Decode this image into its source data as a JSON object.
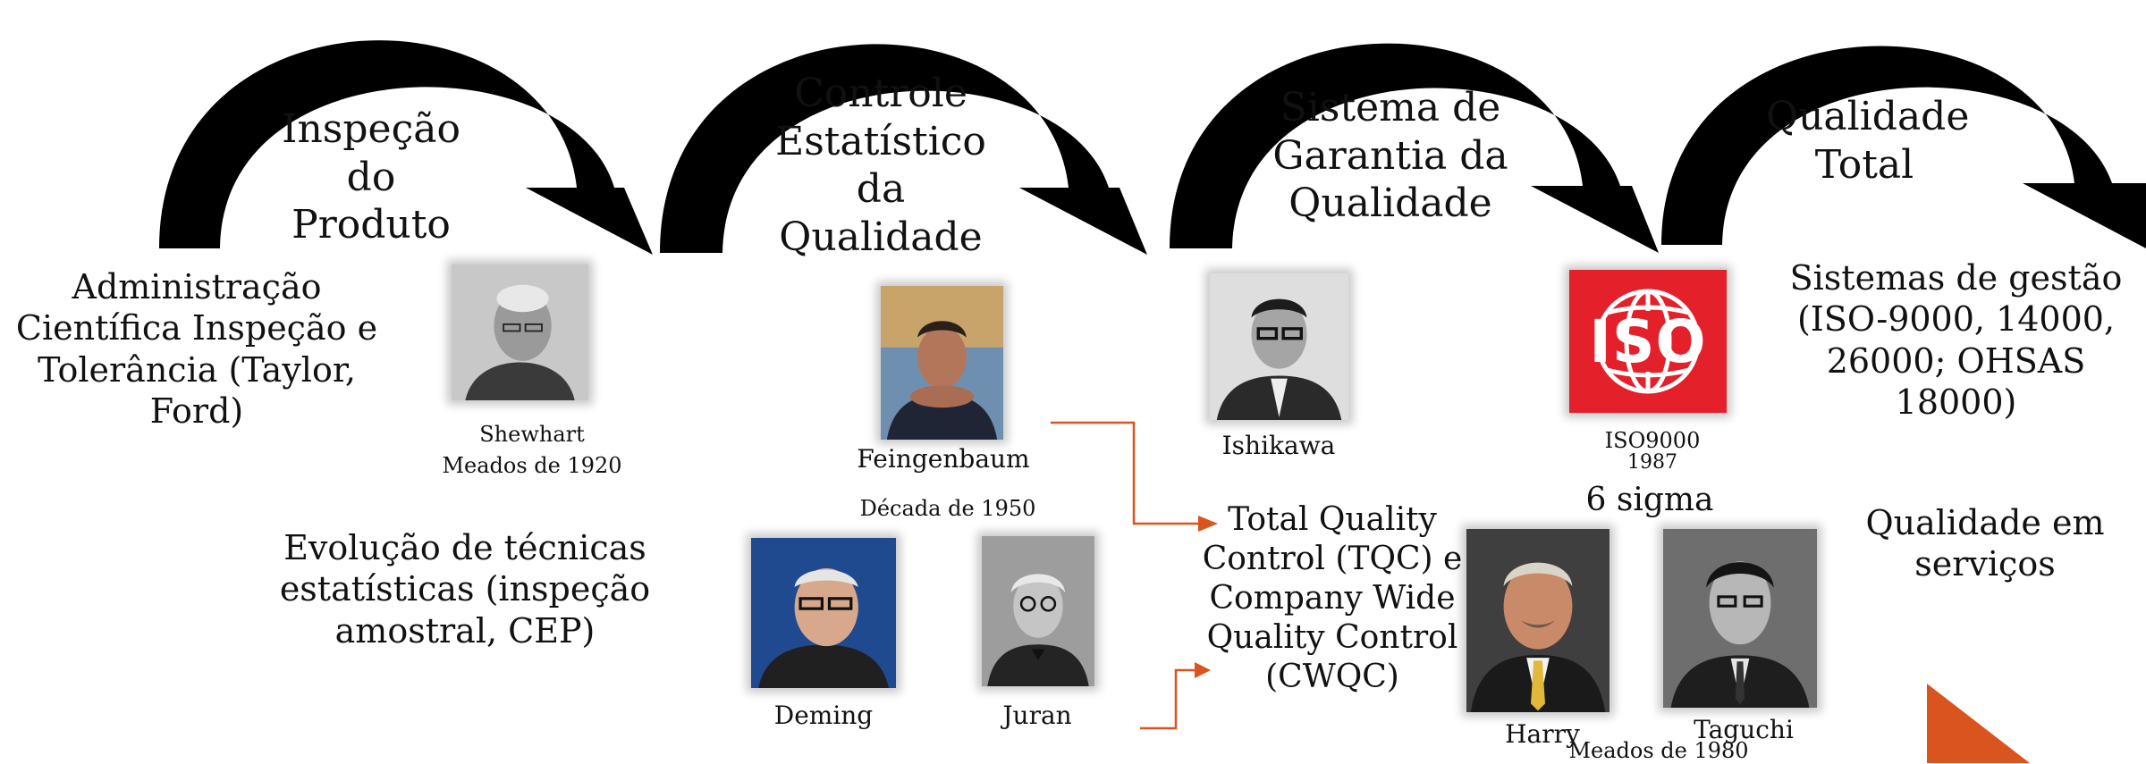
{
  "stages": [
    {
      "title_lines": [
        "Inspeção",
        "do Produto"
      ]
    },
    {
      "title_lines": [
        "Controle",
        "Estatístico",
        "da",
        "Qualidade"
      ]
    },
    {
      "title_lines": [
        "Sistema de",
        "Garantia da",
        "Qualidade"
      ]
    },
    {
      "title_lines": [
        "Qualidade",
        "Total"
      ]
    }
  ],
  "left_block": {
    "lines": [
      "Administração",
      "Científica Inspeção e",
      "Tolerância (Taylor,",
      "Ford)"
    ]
  },
  "evolution": {
    "lines": [
      "Evolução de técnicas",
      "estatísticas (inspeção",
      "amostral, CEP)"
    ]
  },
  "shewhart": {
    "name": "Shewhart",
    "date": "Meados de 1920"
  },
  "feigenbaum": {
    "name": "Feingenbaum",
    "date": "Década de 1950"
  },
  "deming": {
    "name": "Deming"
  },
  "juran": {
    "name": "Juran"
  },
  "tqc": {
    "lines": [
      "Total Quality",
      "Control (TQC) e",
      "Company Wide",
      "Quality Control",
      "(CWQC)"
    ]
  },
  "ishikawa": {
    "name": "Ishikawa"
  },
  "iso": {
    "logo_text": "ISO",
    "label": "ISO9000",
    "year": "1987",
    "sigma": "6 sigma"
  },
  "harry": {
    "name": "Harry"
  },
  "taguchi": {
    "name": "Taguchi"
  },
  "six_sigma_date": "Meados de 1980",
  "management": {
    "lines": [
      "Sistemas de gestão",
      "(ISO-9000, 14000,",
      "26000; OHSAS 18000)"
    ]
  },
  "services": {
    "lines": [
      "Qualidade em",
      "serviços"
    ]
  },
  "colors": {
    "arrow": "#000000",
    "connector": "#d9541e",
    "iso_red": "#e4202a",
    "corner": "#d9541e"
  }
}
